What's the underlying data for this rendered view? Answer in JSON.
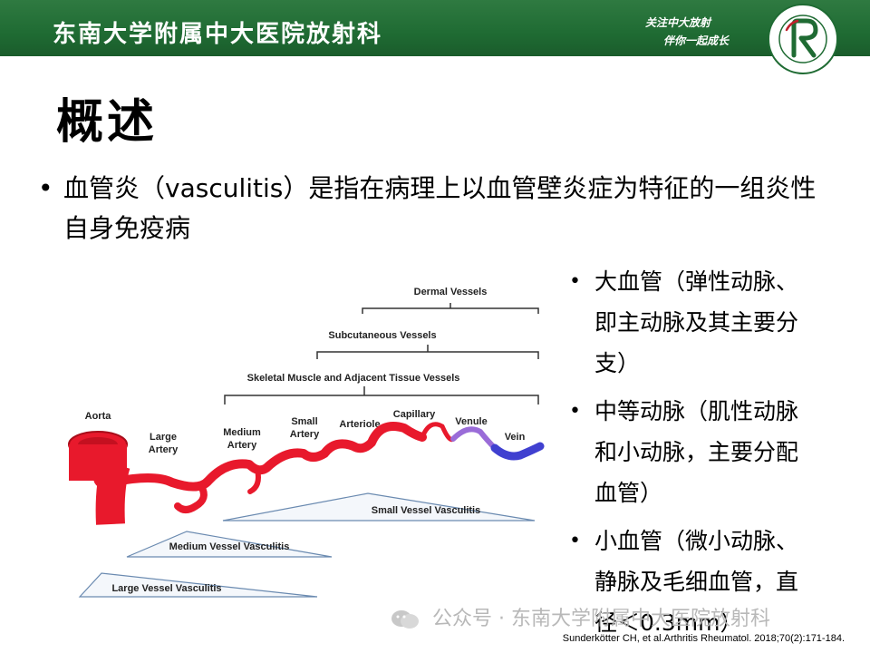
{
  "header": {
    "institution": "东南大学附属中大医院放射科",
    "slogan_line1": "关注中大放射",
    "slogan_line2": "伴你一起成长"
  },
  "title": "概述",
  "intro": {
    "bullet": "•",
    "text": "血管炎（vasculitis）是指在病理上以血管壁炎症为特征的一组炎性自身免疫病"
  },
  "right_list": [
    {
      "bullet": "•",
      "text": "大血管（弹性动脉、即主动脉及其主要分支）"
    },
    {
      "bullet": "•",
      "text": "中等动脉（肌性动脉和小动脉，主要分配血管）"
    },
    {
      "bullet": "•",
      "text": "小血管（微小动脉、静脉及毛细血管，直径＜0.3mm）"
    }
  ],
  "diagram": {
    "brackets": {
      "dermal": "Dermal Vessels",
      "subcutaneous": "Subcutaneous  Vessels",
      "skeletal": "Skeletal Muscle and Adjacent Tissue Vessels"
    },
    "vessels": {
      "aorta": "Aorta",
      "large_artery_1": "Large",
      "large_artery_2": "Artery",
      "medium_artery_1": "Medium",
      "medium_artery_2": "Artery",
      "small_artery_1": "Small",
      "small_artery_2": "Artery",
      "arteriole": "Arteriole",
      "capillary": "Capillary",
      "venule": "Venule",
      "vein": "Vein"
    },
    "ranges": {
      "small": "Small Vessel Vasculitis",
      "medium": "Medium Vessel Vasculitis",
      "large": "Large Vessel Vasculitis"
    },
    "colors": {
      "artery": "#e8192c",
      "vein": "#4040d0",
      "venule": "#9a6cd8"
    }
  },
  "watermark": "公众号 · 东南大学附属中大医院放射科",
  "citation": "Sunderkötter CH, et al.Arthritis Rheumatol. 2018;70(2):171-184."
}
